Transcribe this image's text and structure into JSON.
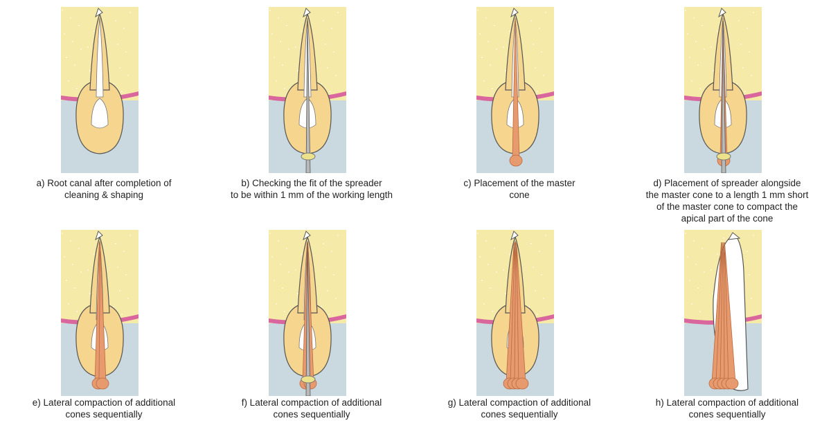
{
  "panels": [
    {
      "id": "a",
      "caption": [
        "a) Root canal after completion of",
        "cleaning & shaping"
      ],
      "spreader": false,
      "master": false,
      "extra": 0,
      "stop": false
    },
    {
      "id": "b",
      "caption": [
        "b) Checking the fit of the spreader",
        "to be within 1 mm of the working length"
      ],
      "spreader": true,
      "master": false,
      "extra": 0,
      "stop": true
    },
    {
      "id": "c",
      "caption": [
        "c) Placement of the master",
        "cone"
      ],
      "spreader": false,
      "master": true,
      "extra": 0,
      "stop": false
    },
    {
      "id": "d",
      "caption": [
        "d) Placement of spreader alongside",
        "the master cone to a length 1 mm short",
        "of the master cone to compact the",
        "apical part of the cone"
      ],
      "spreader": true,
      "master": true,
      "extra": 0,
      "stop": true
    },
    {
      "id": "e",
      "caption": [
        "e) Lateral compaction of additional",
        "cones sequentially"
      ],
      "spreader": false,
      "master": true,
      "extra": 1,
      "stop": false
    },
    {
      "id": "f",
      "caption": [
        "f) Lateral compaction of additional",
        "cones sequentially"
      ],
      "spreader": true,
      "master": true,
      "extra": 1,
      "stop": true
    },
    {
      "id": "g",
      "caption": [
        "g) Lateral compaction of additional",
        "cones sequentially"
      ],
      "spreader": false,
      "master": true,
      "extra": 3,
      "stop": false
    },
    {
      "id": "h",
      "caption": [
        "h) Lateral compaction of additional",
        "cones sequentially"
      ],
      "spreader": false,
      "master": true,
      "extra": 4,
      "stop": false,
      "final": true
    }
  ],
  "colors": {
    "bone": "#f5eaa8",
    "gum": "#d9679e",
    "tissue": "#c9d9df",
    "tooth": "#f6d58e",
    "canal": "#ffffff",
    "cone": "#e79a6d",
    "spreader": "#b9b9b9",
    "stop": "#ece28c"
  }
}
